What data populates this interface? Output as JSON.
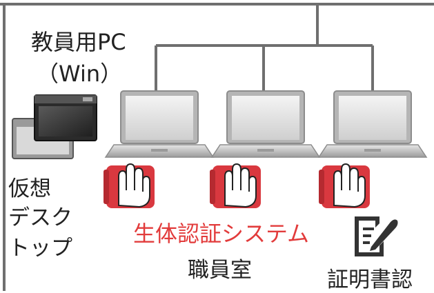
{
  "labels": {
    "teacher_pc": "教員用PC",
    "teacher_pc_os": "（Win）",
    "virtual_desktop_line1": "仮想",
    "virtual_desktop_line2": "デスク",
    "virtual_desktop_line3": "トップ",
    "biometric_system": "生体認証システム",
    "staff_room": "職員室",
    "certificate_partial": "証明書認"
  },
  "icons": {
    "laptop": "laptop-icon",
    "palm_scanner": "palm-scanner-icon",
    "virtual_desktop": "virtual-desktop-icon",
    "document_edit": "document-edit-icon"
  },
  "colors": {
    "line": "#6f6f6f",
    "accent_red": "#e23b3b",
    "scanner_red": "#d9383f",
    "text": "#222222"
  }
}
